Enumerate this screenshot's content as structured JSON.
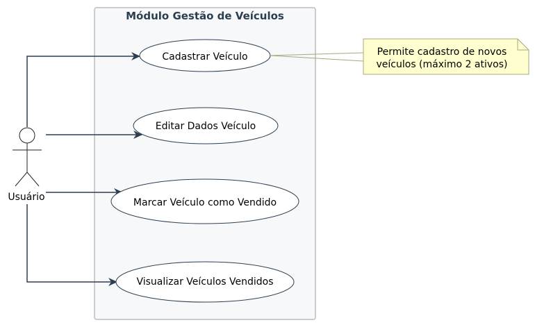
{
  "system": {
    "title": "Módulo Gestão de Veículos"
  },
  "actor": {
    "label": "Usuário"
  },
  "use_cases": [
    {
      "label": "Cadastrar Veículo"
    },
    {
      "label": "Editar Dados Veículo"
    },
    {
      "label": "Marcar Veículo como Vendido"
    },
    {
      "label": "Visualizar Veículos Vendidos"
    }
  ],
  "note": {
    "lines": [
      "Permite cadastro de novos",
      "veículos (máximo 2 ativos)"
    ]
  },
  "colors": {
    "line": "#2c3e50",
    "system_fill": "#f6f8fa",
    "system_border": "#b8bec4",
    "note_fill": "#fefece",
    "note_border": "#a8a878"
  }
}
